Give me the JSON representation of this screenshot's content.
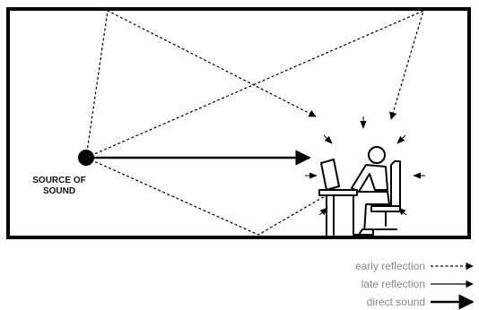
{
  "source_label": {
    "line1": "SOURCE OF",
    "line2": "SOUND"
  },
  "legend": {
    "early_reflection": "early reflection",
    "late_reflection": "late reflection",
    "direct_sound": "direct sound"
  },
  "colors": {
    "ink": "#000000",
    "legend_text": "#888888",
    "background": "#ffffff"
  }
}
